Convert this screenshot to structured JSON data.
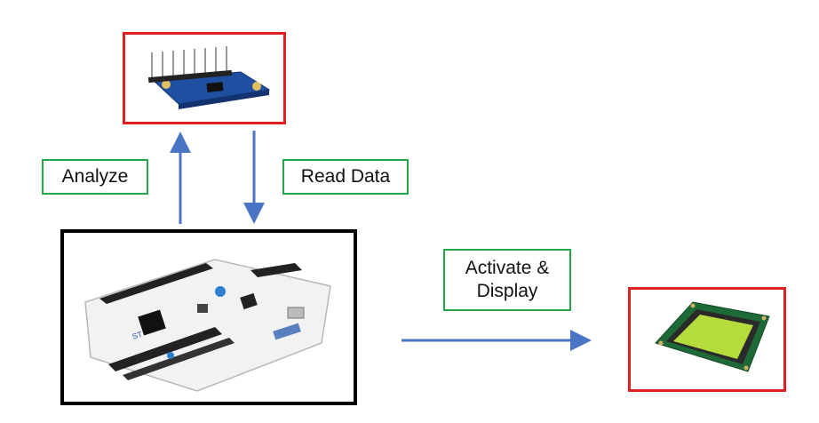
{
  "labels": {
    "analyze": "Analyze",
    "read_data": "Read Data",
    "activate_line1": "Activate &",
    "activate_line2": "Display"
  },
  "colors": {
    "component_border": "#e02020",
    "controller_border": "#000000",
    "label_border": "#22a84a",
    "arrow": "#4a74c4"
  }
}
